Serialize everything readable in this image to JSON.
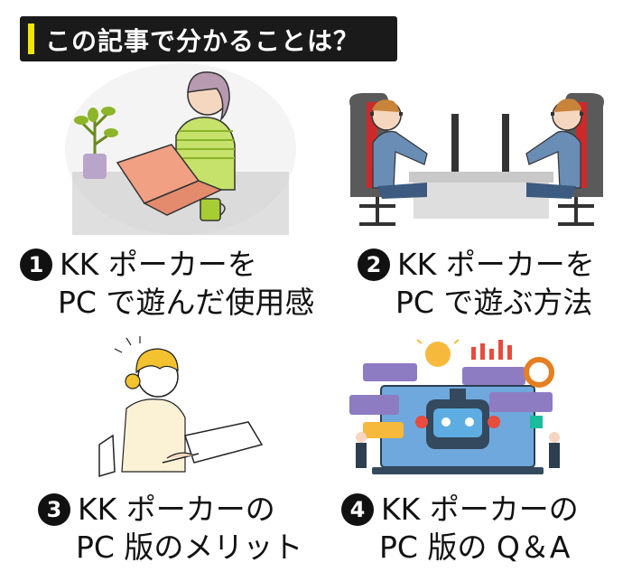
{
  "header": {
    "title": "この記事で分かることは？"
  },
  "items": [
    {
      "number": "1",
      "line1": "KK ポーカーを",
      "line2": "PC で遊んだ使用感"
    },
    {
      "number": "2",
      "line1": "KK ポーカーを",
      "line2": "PC で遊ぶ方法"
    },
    {
      "number": "3",
      "line1": "KK ポーカーの",
      "line2": "PC 版のメリット"
    },
    {
      "number": "4",
      "line1": "KK ポーカーの",
      "line2": "PC 版の Q＆A"
    }
  ],
  "colors": {
    "accent": "#f2e600",
    "header_bg": "#1a1a1a",
    "text": "#111111"
  }
}
